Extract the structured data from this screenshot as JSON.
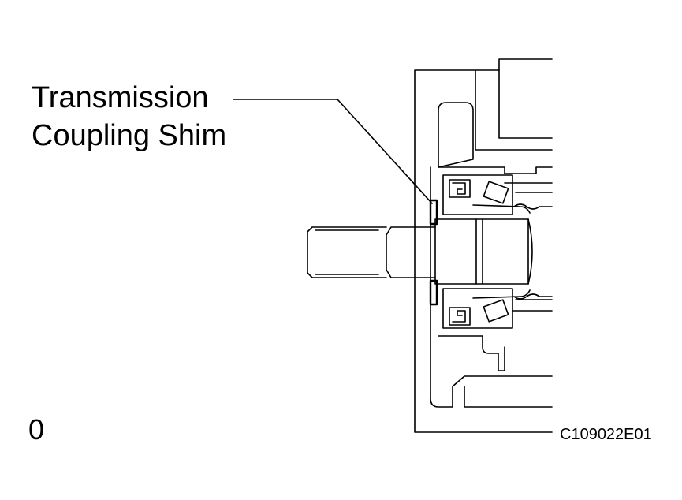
{
  "callout": {
    "line1": "Transmission",
    "line2": "Coupling Shim"
  },
  "orientation_mark": "0",
  "figure_code": "C109022E01",
  "colors": {
    "ink": "#000000",
    "background": "#ffffff"
  }
}
